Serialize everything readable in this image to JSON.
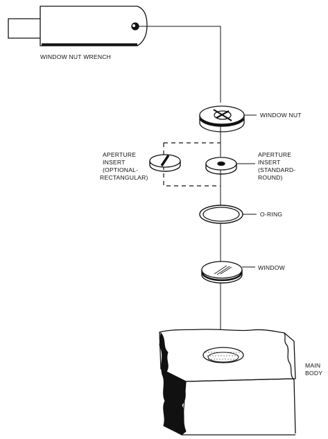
{
  "diagram": {
    "title": "",
    "labels": {
      "wrench": "WINDOW NUT WRENCH",
      "window_nut": "WINDOW NUT",
      "aperture_optional": [
        "APERTURE",
        "INSERT",
        "(OPTIONAL-",
        "RECTANGULAR)"
      ],
      "aperture_standard": [
        "APERTURE",
        "INSERT",
        "(STANDARD-",
        "ROUND)"
      ],
      "o_ring": "O-RING",
      "window": "WINDOW",
      "main_body": [
        "MAIN",
        "BODY"
      ]
    },
    "colors": {
      "ink": "#111111",
      "paper": "#ffffff"
    }
  }
}
